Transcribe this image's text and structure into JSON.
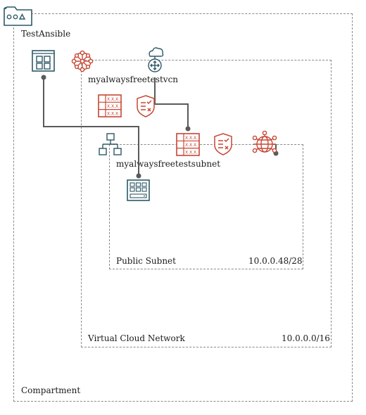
{
  "compartment": {
    "name": "TestAnsible",
    "type_label": "Compartment",
    "icon": "compartment-folder-icon"
  },
  "vcn": {
    "name": "myalwaysfreetestvcn",
    "type_label": "Virtual Cloud Network",
    "cidr": "10.0.0.0/16",
    "icons": [
      "vcn-network-icon",
      "internet-gateway-icon",
      "route-table-icon",
      "security-list-icon"
    ]
  },
  "subnet": {
    "name": "myalwaysfreetestsubnet",
    "type_label": "Public Subnet",
    "cidr": "10.0.0.48/28",
    "icons": [
      "subnet-icon",
      "route-table-icon",
      "security-list-icon",
      "internet-globe-icon"
    ]
  },
  "instances": [
    "compute-instance-icon",
    "compute-vm-icon"
  ],
  "colors": {
    "oracle_teal": "#2c5967",
    "oracle_orange": "#c74634",
    "connector": "#5a5a5a",
    "border": "#8a8a8a"
  }
}
